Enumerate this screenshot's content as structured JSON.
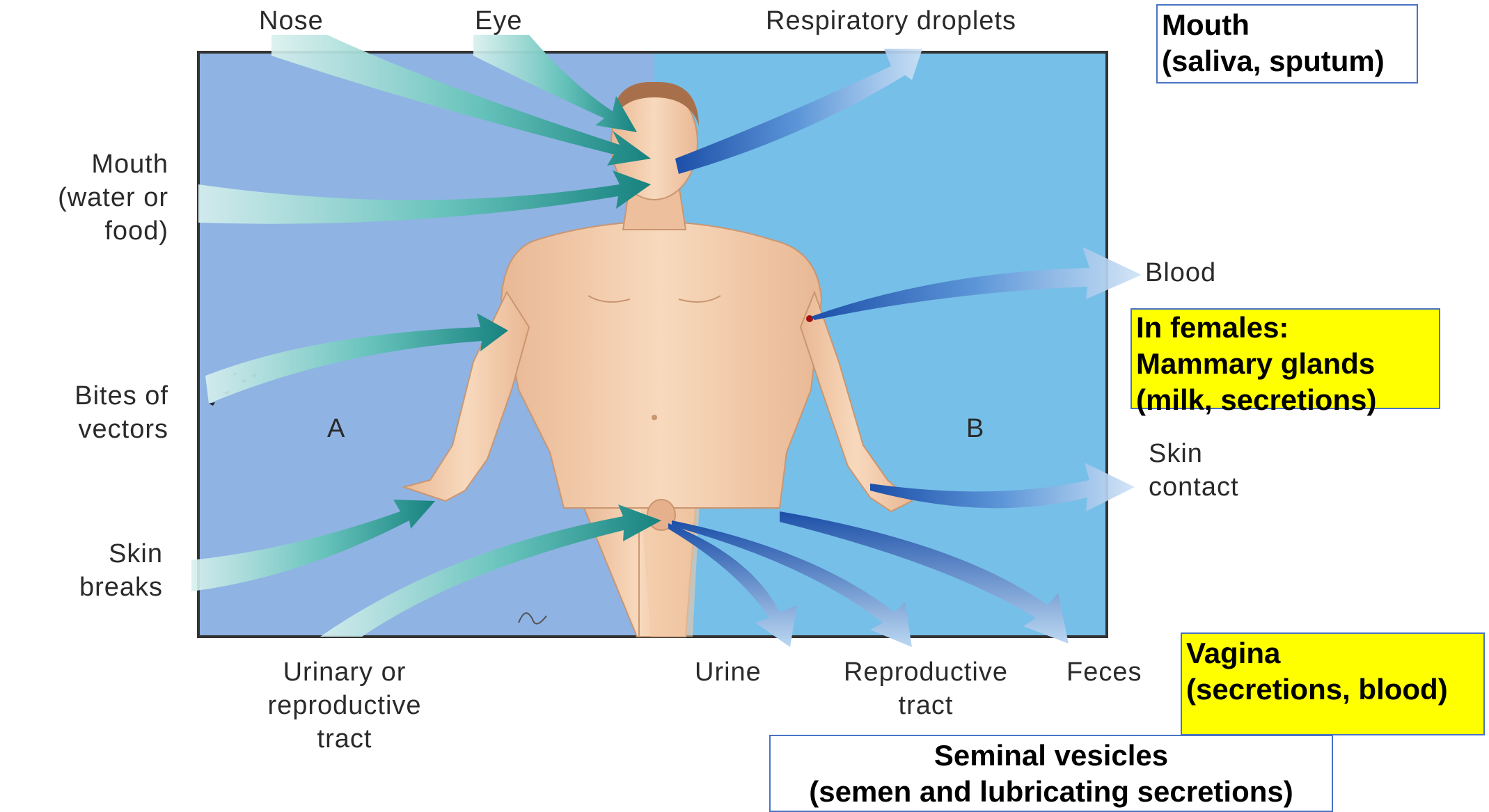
{
  "portal_labels": {
    "nose": "Nose",
    "eye": "Eye",
    "mouth": [
      "Mouth",
      "(water or",
      "food)"
    ],
    "bites": [
      "Bites of",
      "vectors"
    ],
    "skin_breaks": [
      "Skin",
      "breaks"
    ],
    "urinary": [
      "Urinary or",
      "reproductive",
      "tract"
    ]
  },
  "exit_labels": {
    "respiratory": "Respiratory droplets",
    "blood": "Blood",
    "skin_contact": [
      "Skin",
      "contact"
    ],
    "urine": "Urine",
    "reproductive": [
      "Reproductive",
      "tract"
    ],
    "feces": "Feces"
  },
  "panel_labels": {
    "a": "A",
    "b": "B"
  },
  "annotations": {
    "mouth_box": [
      "Mouth",
      "(saliva, sputum)"
    ],
    "females_box": [
      "In females:",
      "Mammary glands",
      "(milk, secretions)"
    ],
    "vagina_box": [
      "Vagina",
      "(secretions, blood)"
    ],
    "seminal_box": [
      "Seminal vesicles",
      "(semen and lubricating secretions)"
    ]
  },
  "colors": {
    "panel_a": "#8fb3e3",
    "panel_b": "#76bfe8",
    "entry_arrow": "#2e9a96",
    "exit_arrow": "#2a64b8",
    "skin": "#f5cfae",
    "highlight": "#ffff00",
    "box_border": "#4a72c4"
  }
}
